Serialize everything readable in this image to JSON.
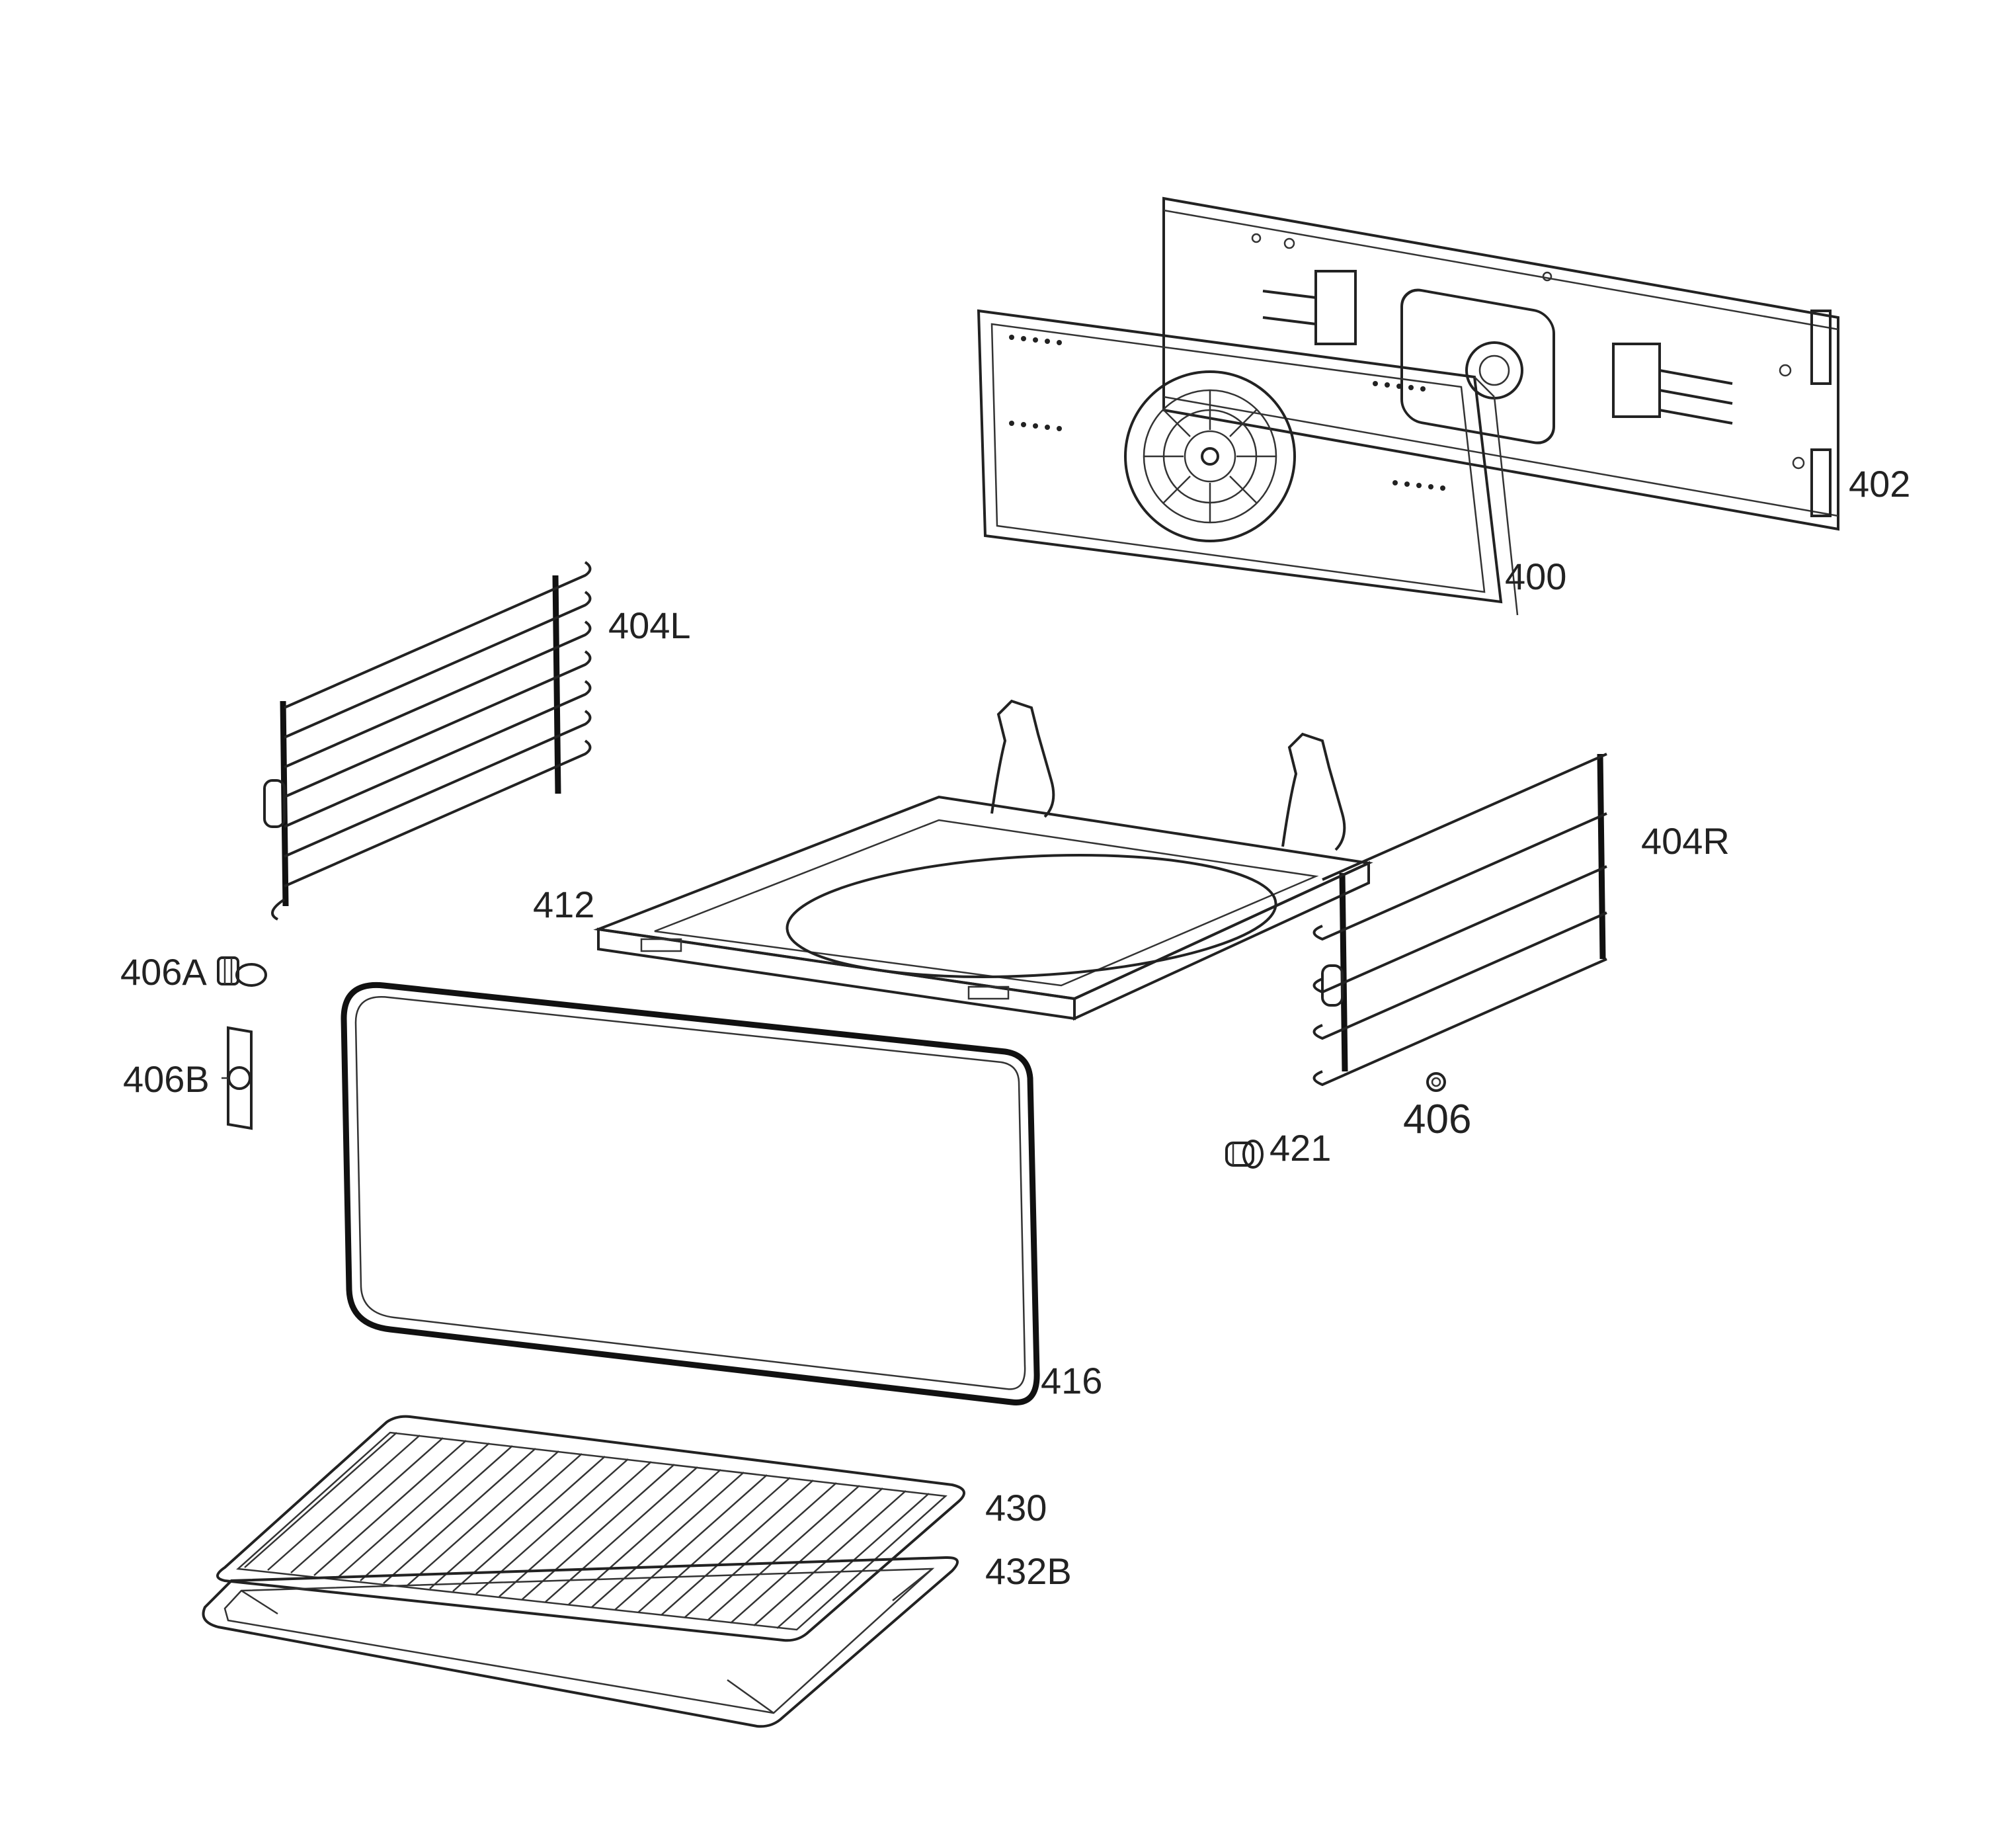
{
  "labels": {
    "p400": "400",
    "p402": "402",
    "p404L": "404L",
    "p404R": "404R",
    "p406A": "406A",
    "p406B": "406B",
    "p406": "406",
    "p412": "412",
    "p416": "416",
    "p421": "421",
    "p430": "430",
    "p432B": "432B"
  },
  "colors": {
    "line": "#222222",
    "background": "#ffffff",
    "fill_light": "#f4f4f4"
  }
}
